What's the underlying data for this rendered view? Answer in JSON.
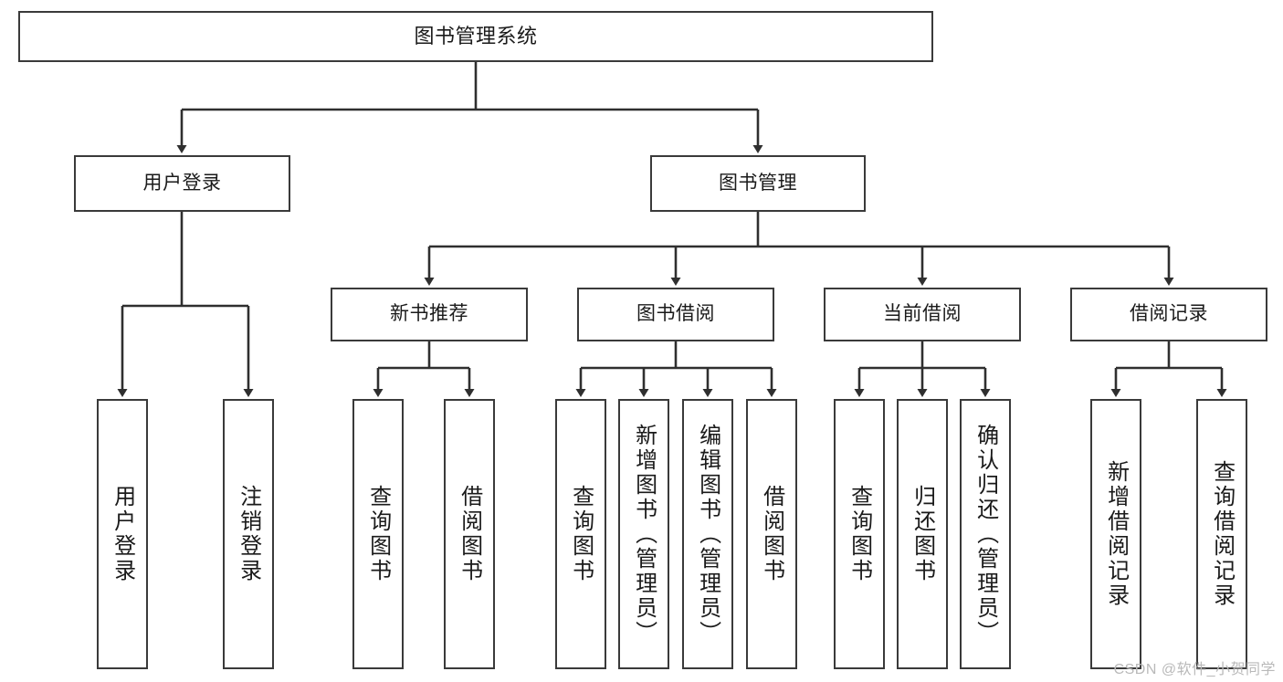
{
  "diagram": {
    "title": "图书管理系统",
    "type": "tree-hierarchy",
    "orientation": "top-down",
    "colors": {
      "box_border": "#3a3a3a",
      "box_fill": "#ffffff",
      "edge": "#2f2f2f",
      "text": "#1a1a1a",
      "watermark": "#b9b9b9",
      "background": "#ffffff"
    }
  },
  "root": {
    "label": "图书管理系统"
  },
  "level2": [
    {
      "label": "用户登录"
    },
    {
      "label": "图书管理"
    }
  ],
  "level3": [
    {
      "label": "新书推荐"
    },
    {
      "label": "图书借阅"
    },
    {
      "label": "当前借阅"
    },
    {
      "label": "借阅记录"
    }
  ],
  "leaves": {
    "user_login": [
      {
        "label": "用户登录"
      },
      {
        "label": "注销登录"
      }
    ],
    "new_book_recommend": [
      {
        "label": "查询图书"
      },
      {
        "label": "借阅图书"
      }
    ],
    "book_borrow": [
      {
        "label": "查询图书"
      },
      {
        "label": "新增图书（管理员）"
      },
      {
        "label": "编辑图书（管理员）"
      },
      {
        "label": "借阅图书"
      }
    ],
    "current_borrow": [
      {
        "label": "查询图书"
      },
      {
        "label": "归还图书"
      },
      {
        "label": "确认归还（管理员）"
      }
    ],
    "borrow_record": [
      {
        "label": "新增借阅记录"
      },
      {
        "label": "查询借阅记录"
      }
    ]
  },
  "watermark": {
    "text": "CSDN @软件_小贺同学"
  }
}
